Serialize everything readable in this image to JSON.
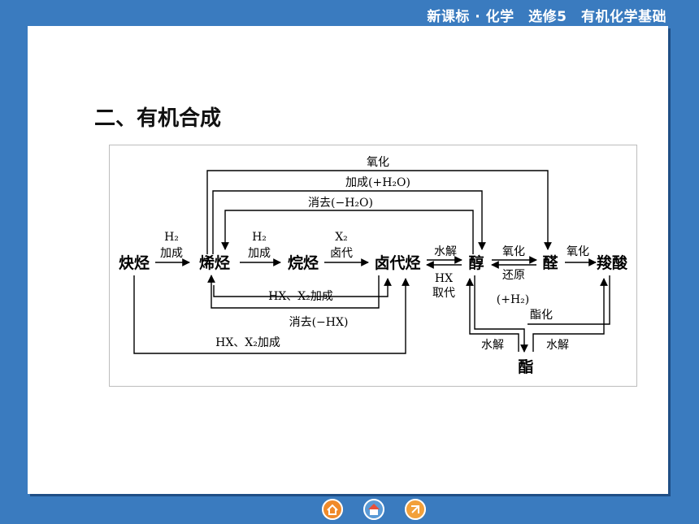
{
  "header": {
    "title": "新课标 · 化学　选修5　有机化学基础"
  },
  "slide": {
    "section_title": "二、有机合成"
  },
  "diagram": {
    "nodes": {
      "alkyne": "炔烃",
      "alkene": "烯烃",
      "alkane": "烷烃",
      "haloalkane": "卤代烃",
      "alcohol": "醇",
      "aldehyde": "醛",
      "carboxylic_acid": "羧酸",
      "ester": "酯"
    },
    "edge_labels": {
      "top_oxidation": "氧化",
      "top_addition_h2o": "加成(+H₂O)",
      "top_elimination_h2o": "消去(−H₂O)",
      "alkyne_alkene_reagent": "H₂",
      "alkyne_alkene_action": "加成",
      "alkene_alkane_reagent": "H₂",
      "alkene_alkane_action": "加成",
      "alkane_halo_reagent": "X₂",
      "alkane_halo_action": "卤代",
      "halo_alcohol_hydrolysis": "水解",
      "alcohol_halo_reagent": "HX",
      "alcohol_halo_action": "取代",
      "alcohol_aldehyde_oxidation": "氧化",
      "aldehyde_alcohol_reduction": "还原",
      "reduction_h2": "(+H₂)",
      "aldehyde_acid_oxidation": "氧化",
      "esterification": "酯化",
      "alkene_halo_addition": "HX、X₂加成",
      "halo_alkene_elimination": "消去(−HX)",
      "alkyne_halo_addition": "HX、X₂加成",
      "ester_alcohol_hydrolysis": "水解",
      "ester_acid_hydrolysis": "水解"
    }
  },
  "navigation": {
    "colors": {
      "left": "#f08a2a",
      "middle": "#5a9ad6",
      "right": "#f2a03a"
    }
  }
}
